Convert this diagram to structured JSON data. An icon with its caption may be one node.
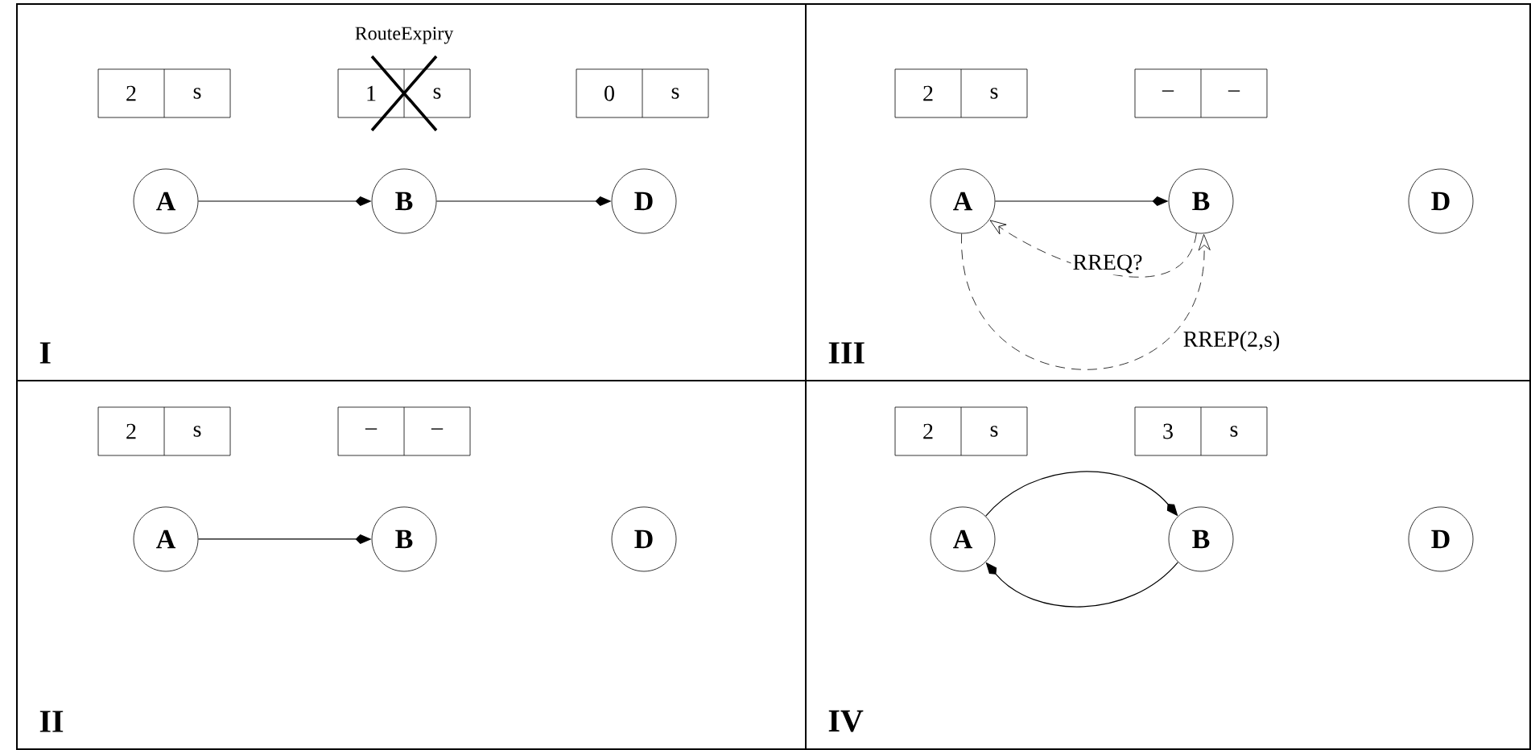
{
  "diagram": {
    "nodes": [
      {
        "text": [
          "I"
        ]
      },
      {
        "text": [
          "2",
          "s"
        ],
        "in": 0
      },
      {
        "text": [
          "1",
          "s"
        ],
        "in": 0,
        "beside": [
          "RouteExpiry"
        ]
      },
      {
        "text": [
          "0",
          "s"
        ],
        "in": 0
      },
      {
        "text": [
          "A"
        ],
        "in": 0
      },
      {
        "text": [
          "B"
        ],
        "in": 0
      },
      {
        "text": [
          "D"
        ],
        "in": 0
      },
      {
        "text": [
          "III"
        ]
      },
      {
        "text": [
          "2",
          "s"
        ],
        "in": 7
      },
      {
        "text": [
          "–",
          "–"
        ],
        "in": 7
      },
      {
        "text": [
          "A"
        ],
        "in": 7
      },
      {
        "text": [
          "B"
        ],
        "in": 7
      },
      {
        "text": [
          "D"
        ],
        "in": 7
      },
      {
        "text": [
          "II"
        ]
      },
      {
        "text": [
          "2",
          "s"
        ],
        "in": 13
      },
      {
        "text": [
          "–",
          "–"
        ],
        "in": 13
      },
      {
        "text": [
          "A"
        ],
        "in": 13
      },
      {
        "text": [
          "B"
        ],
        "in": 13
      },
      {
        "text": [
          "D"
        ],
        "in": 13
      },
      {
        "text": [
          "IV"
        ]
      },
      {
        "text": [
          "2",
          "s"
        ],
        "in": 19
      },
      {
        "text": [
          "3",
          "s"
        ],
        "in": 19
      },
      {
        "text": [
          "A"
        ],
        "in": 19
      },
      {
        "text": [
          "B"
        ],
        "in": 19
      },
      {
        "text": [
          "D"
        ],
        "in": 19
      }
    ],
    "edges": [
      {
        "from": 4,
        "to": 5,
        "arrow": "to"
      },
      {
        "from": 5,
        "to": 6,
        "arrow": "to"
      },
      {
        "from": 10,
        "to": 11,
        "arrow": "to"
      },
      {
        "from": 11,
        "to": 10,
        "arrow": "to",
        "style": "dashed",
        "label": "RREQ?"
      },
      {
        "from": 10,
        "to": 11,
        "arrow": "to",
        "style": "dashed",
        "label": "RREP(2,s)"
      },
      {
        "from": 16,
        "to": 17,
        "arrow": "to"
      },
      {
        "from": 22,
        "to": 23,
        "arrow": "to"
      },
      {
        "from": 23,
        "to": 22,
        "arrow": "to"
      }
    ]
  }
}
